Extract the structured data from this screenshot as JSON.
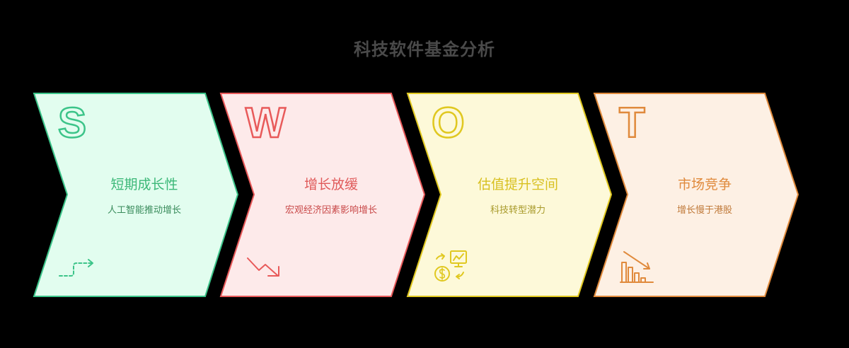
{
  "title": "科技软件基金分析",
  "cards": [
    {
      "letter": "S",
      "heading": "短期成长性",
      "description": "人工智能推动增长",
      "icon": "trend-up-dashed-arrow-icon",
      "stroke": "#3cc489",
      "fill": "#e2fdef",
      "text_color": "#3cb878",
      "desc_color": "#3a8c5c"
    },
    {
      "letter": "W",
      "heading": "增长放缓",
      "description": "宏观经济因素影响增长",
      "icon": "trend-down-arrow-icon",
      "stroke": "#e85a5a",
      "fill": "#fdeaea",
      "text_color": "#e05a5a",
      "desc_color": "#c94a4a"
    },
    {
      "letter": "O",
      "heading": "估值提升空间",
      "description": "科技转型潜力",
      "icon": "investment-growth-icon",
      "stroke": "#e0c820",
      "fill": "#fdf9d9",
      "text_color": "#d8c020",
      "desc_color": "#a89a2a"
    },
    {
      "letter": "T",
      "heading": "市场竞争",
      "description": "增长慢于港股",
      "icon": "declining-bar-chart-icon",
      "stroke": "#e08a3c",
      "fill": "#fdf0e4",
      "text_color": "#e08a3c",
      "desc_color": "#c07a3a"
    }
  ]
}
